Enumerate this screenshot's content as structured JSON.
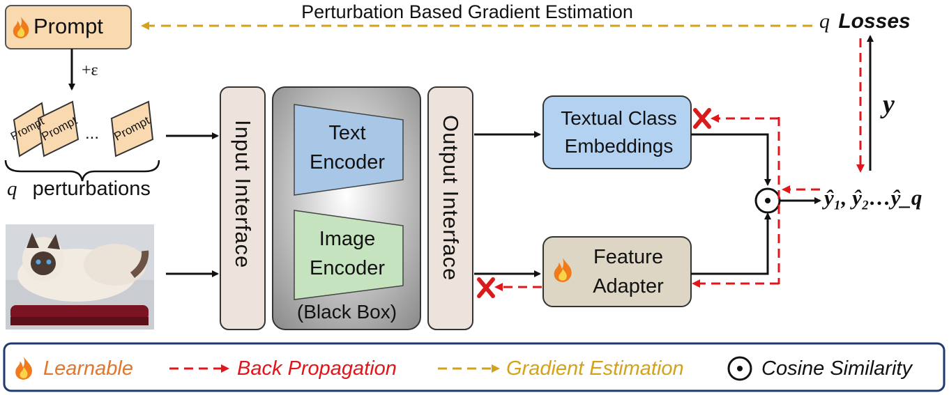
{
  "top_arrow_label": "Perturbation Based Gradient Estimation",
  "prompt_box": {
    "label": "Prompt",
    "icon": "fire-icon"
  },
  "perturb_op": "+ε",
  "prompt_cards": [
    "Prompt",
    "Prompt",
    "Prompt"
  ],
  "ellipsis": "...",
  "perturbations": {
    "q": "q",
    "label": "perturbations"
  },
  "input_interface": "Input Interface",
  "output_interface": "Output Interface",
  "text_encoder": "Text Encoder",
  "image_encoder": "Image Encoder",
  "black_box": "(Black Box)",
  "textual_class_embeddings": "Textual Class Embeddings",
  "feature_adapter": "Feature Adapter",
  "losses": {
    "q": "q",
    "label": "Losses"
  },
  "y_label": "y",
  "outputs": "ŷ₁, ŷ₂…ŷ_q",
  "legend": {
    "learnable": "Learnable",
    "back_propagation": "Back Propagation",
    "gradient_estimation": "Gradient Estimation",
    "cosine_similarity": "Cosine Similarity"
  },
  "colors": {
    "prompt_fill": "#f9d9b0",
    "interface_fill": "#ede3dc",
    "text_encoder_fill": "#a8c6e6",
    "image_encoder_fill": "#c6e3bf",
    "textual_fill": "#b3d2f2",
    "adapter_fill": "#ddd6c4",
    "back_prop": "#e0161b",
    "gradient": "#d4a21a",
    "learnable_text": "#e2762a",
    "legend_border": "#1f3a6e"
  }
}
